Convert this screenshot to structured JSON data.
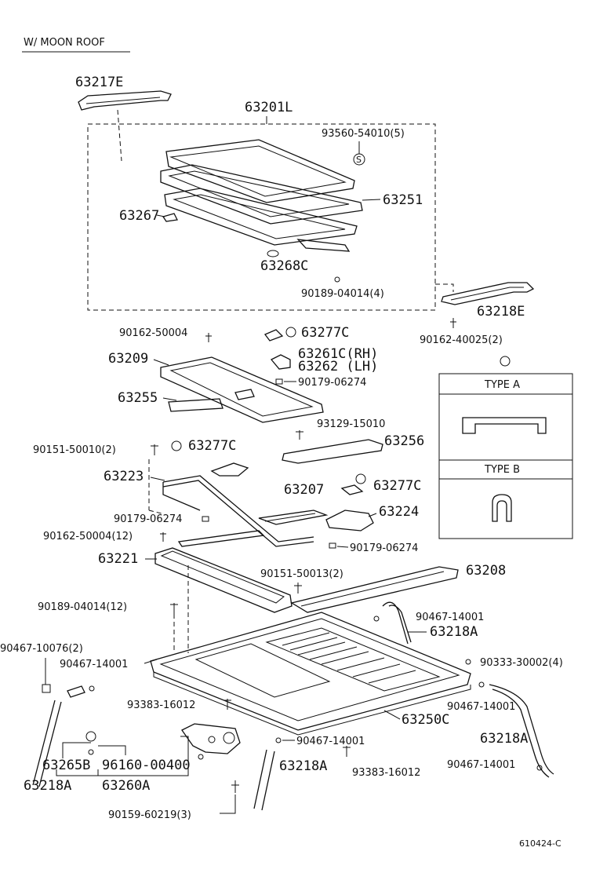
{
  "header": "W/ MOON ROOF",
  "footer_code": "610424-C",
  "legend": {
    "type_a": "TYPE A",
    "type_b": "TYPE B"
  },
  "labels": {
    "p63217E": "63217E",
    "p63201L": "63201L",
    "p93560": "93560-54010(5)",
    "p63251": "63251",
    "p63267": "63267",
    "p63268C": "63268C",
    "p90189a": "90189-04014(4)",
    "p63218E": "63218E",
    "p90162a": "90162-50004",
    "p63277Ca": "63277C",
    "p63261C": "63261C(RH)",
    "p63262": "63262  (LH)",
    "p63209": "63209",
    "p90179a": "90179-06274",
    "p90162b": "90162-40025(2)",
    "p63255": "63255",
    "p93129": "93129-15010",
    "p90151a": "90151-50010(2)",
    "p63277Cb": "63277C",
    "p63256": "63256",
    "p63223": "63223",
    "p63207": "63207",
    "p63277Cc": "63277C",
    "p90179b": "90179-06274",
    "p63224": "63224",
    "p90162c": "90162-50004(12)",
    "p90179c": "90179-06274",
    "p63221": "63221",
    "p90151b": "90151-50013(2)",
    "p63208": "63208",
    "p90189b": "90189-04014(12)",
    "p90467a": "90467-14001",
    "p63218Aa": "63218A",
    "p90467b": "90467-10076(2)",
    "p90467c": "90467-14001",
    "p90333": "90333-30002(4)",
    "p93383a": "93383-16012",
    "p90467d": "90467-14001",
    "p63250C": "63250C",
    "p63218Ab": "63218A",
    "p90467e": "90467-14001",
    "p63265B": "63265B",
    "p96160": "96160-00400",
    "p63218Ac": "63218A",
    "p93383b": "93383-16012",
    "p90467f": "90467-14001",
    "p63218Ad": "63218A",
    "p63260A": "63260A",
    "p90159": "90159-60219(3)"
  }
}
